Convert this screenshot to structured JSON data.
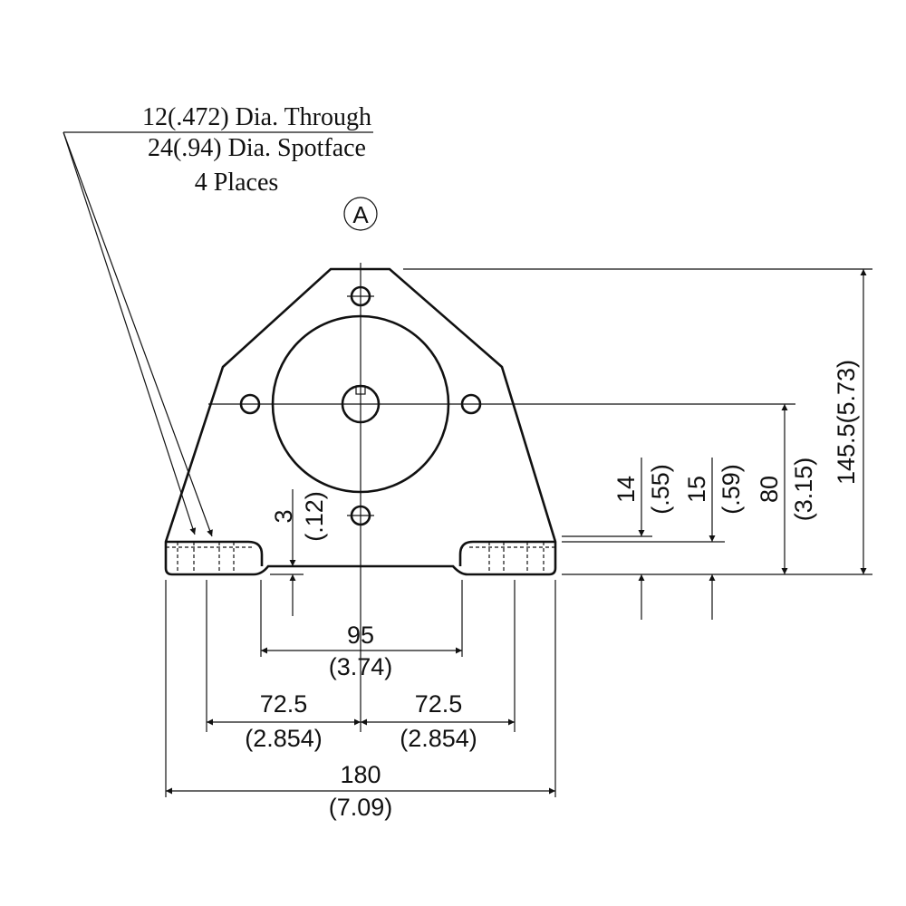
{
  "callout": {
    "hole": "12(.472) Dia. Through",
    "spotface": "24(.94) Dia. Spotface",
    "places": "4 Places"
  },
  "view_label": "A",
  "dimensions": {
    "d95": {
      "mm": "95",
      "inch": "(3.74)"
    },
    "d72_left": {
      "mm": "72.5",
      "inch": "(2.854)"
    },
    "d72_right": {
      "mm": "72.5",
      "inch": "(2.854)"
    },
    "d180": {
      "mm": "180",
      "inch": "(7.09)"
    },
    "d3": {
      "mm": "3",
      "inch": "(.12)"
    },
    "d14": {
      "mm": "14",
      "inch": "(.55)"
    },
    "d15": {
      "mm": "15",
      "inch": "(.59)"
    },
    "d80": {
      "mm": "80",
      "inch": "(3.15)"
    },
    "d145": {
      "label": "145.5(5.73)"
    }
  }
}
